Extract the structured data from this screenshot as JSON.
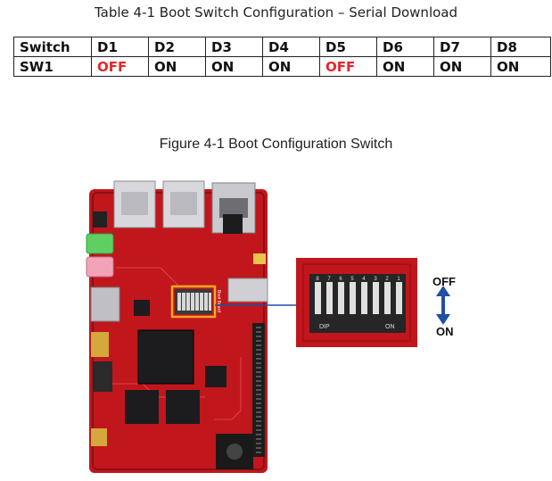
{
  "table": {
    "caption": "Table 4-1 Boot Switch Configuration – Serial Download",
    "header": [
      "Switch",
      "D1",
      "D2",
      "D3",
      "D4",
      "D5",
      "D6",
      "D7",
      "D8"
    ],
    "row": [
      "SW1",
      "OFF",
      "ON",
      "ON",
      "ON",
      "OFF",
      "ON",
      "ON",
      "ON"
    ]
  },
  "figure": {
    "caption": "Figure 4-1 Boot Configuration Switch",
    "silkscreen_label": "Boot Board",
    "switch_numbers": [
      "8",
      "7",
      "6",
      "5",
      "4",
      "3",
      "2",
      "1"
    ],
    "switch_side_marks": [
      "DIP",
      "ON"
    ],
    "off_label": "OFF",
    "on_label": "ON",
    "colors": {
      "board": "#c0161c",
      "off_text": "#e5262a",
      "arrow": "#1f4fa3",
      "highlight": "#f5a623"
    }
  }
}
